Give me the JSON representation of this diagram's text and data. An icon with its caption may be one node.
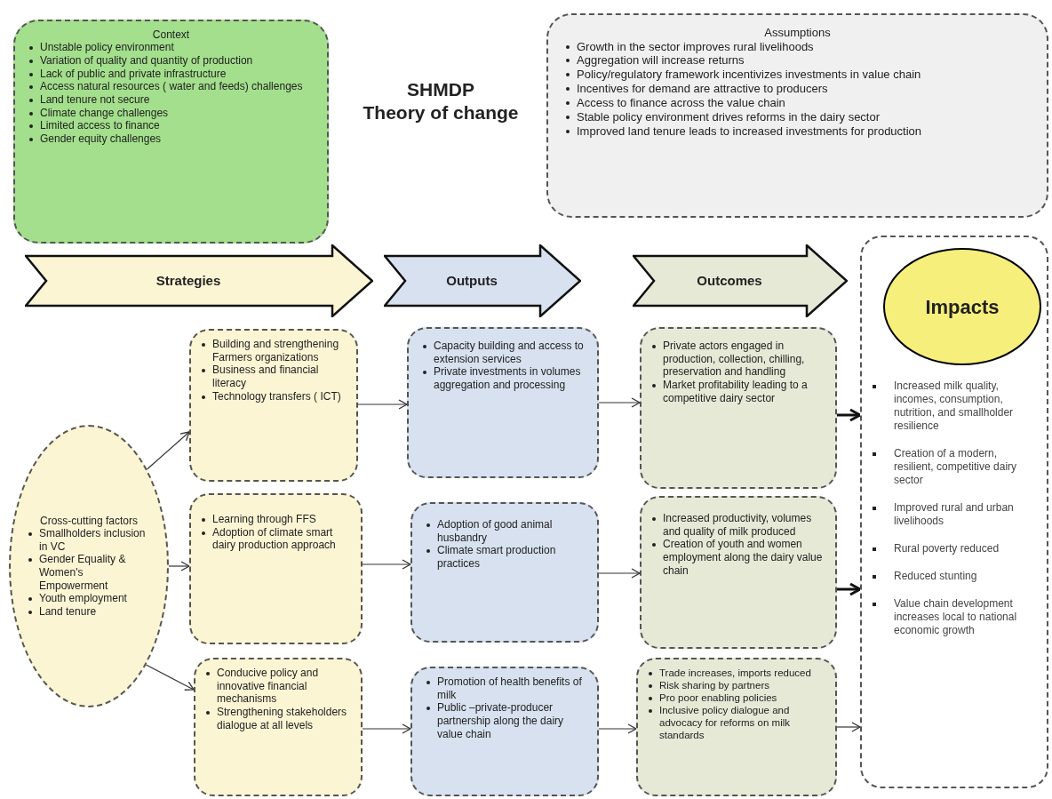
{
  "diagram": {
    "title": "SHMDP Theory of change",
    "nodes": [
      {
        "text": [
          "Context",
          "Unstable policy environment",
          "Variation of quality and quantity of production",
          "Lack of public and private infrastructure",
          "Access natural resources ( water and feeds) challenges",
          "Land tenure not secure",
          "Climate change challenges",
          "Limited access to finance",
          "Gender equity challenges"
        ]
      },
      {
        "text": [
          "Assumptions",
          "Growth in the sector improves rural livelihoods",
          "Aggregation will increase returns",
          "Policy/regulatory framework incentivizes investments in value chain",
          "Incentives for demand are attractive to producers",
          "Access to finance across the value chain",
          "Stable policy environment drives reforms in the dairy sector",
          "Improved land tenure leads to increased investments for production"
        ]
      },
      {
        "text": [
          "Strategies"
        ]
      },
      {
        "text": [
          "Outputs"
        ]
      },
      {
        "text": [
          "Outcomes"
        ]
      },
      {
        "text": [
          "Increased milk quality, incomes, consumption, nutrition, and smallholder resilience",
          "Creation of a modern, resilient, competitive dairy sector",
          "Improved rural and urban livelihoods",
          "Rural poverty reduced",
          "Reduced stunting",
          "Value chain development increases local to national economic growth"
        ]
      },
      {
        "text": [
          "Impacts"
        ],
        "in": 5
      },
      {
        "text": [
          "Cross-cutting factors",
          "Smallholders inclusion in VC",
          "Gender Equality & Women's Empowerment",
          "Youth employment",
          "Land tenure"
        ]
      },
      {
        "text": [
          "Building and strengthening Farmers organizations",
          "Business and financial literacy",
          "Technology transfers ( ICT)"
        ]
      },
      {
        "text": [
          "Learning through FFS",
          "Adoption of climate smart dairy production approach"
        ]
      },
      {
        "text": [
          "Conducive policy and innovative financial mechanisms",
          "Strengthening stakeholders dialogue at all levels"
        ]
      },
      {
        "text": [
          "Capacity building and access to extension services",
          "Private investments in volumes aggregation and processing"
        ]
      },
      {
        "text": [
          "Adoption of good animal husbandry",
          "Climate smart production practices"
        ]
      },
      {
        "text": [
          "Promotion of health benefits of milk",
          "Public –private-producer partnership along the dairy value chain"
        ]
      },
      {
        "text": [
          "Private actors engaged in production, collection, chilling, preservation and handling",
          "Market profitability leading to a competitive dairy sector"
        ]
      },
      {
        "text": [
          "Increased productivity, volumes and quality of milk produced",
          "Creation of youth and women employment along the dairy value chain"
        ]
      },
      {
        "text": [
          "Trade increases, imports reduced",
          "Risk sharing by partners",
          "Pro poor enabling policies",
          "Inclusive policy dialogue and advocacy for reforms on milk standards"
        ]
      }
    ],
    "edges": [
      {
        "from": 7,
        "to": 8,
        "arrow": "to"
      },
      {
        "from": 7,
        "to": 9,
        "arrow": "to"
      },
      {
        "from": 7,
        "to": 10,
        "arrow": "to"
      },
      {
        "from": 8,
        "to": 11,
        "arrow": "to"
      },
      {
        "from": 9,
        "to": 12,
        "arrow": "to"
      },
      {
        "from": 10,
        "to": 13,
        "arrow": "to"
      },
      {
        "from": 11,
        "to": 14,
        "arrow": "to"
      },
      {
        "from": 12,
        "to": 15,
        "arrow": "to"
      },
      {
        "from": 13,
        "to": 16,
        "arrow": "to"
      },
      {
        "from": 14,
        "to": 5,
        "arrow": "to",
        "style": "thick"
      },
      {
        "from": 15,
        "to": 5,
        "arrow": "to",
        "style": "thick"
      },
      {
        "from": 16,
        "to": 5,
        "arrow": "to"
      }
    ]
  }
}
